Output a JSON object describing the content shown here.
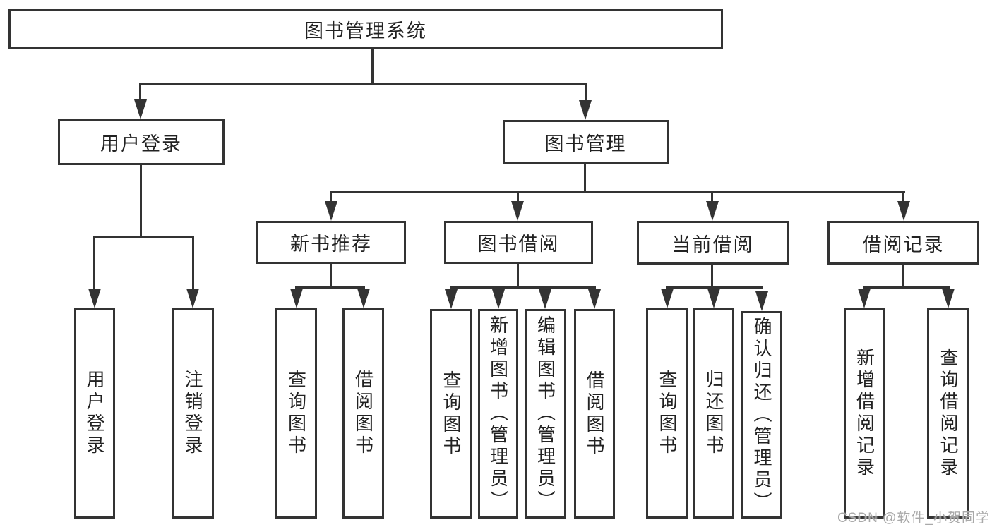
{
  "tree": {
    "root": {
      "label": "图书管理系统",
      "children": [
        {
          "label": "用户登录",
          "children": [
            {
              "label": "用户登录"
            },
            {
              "label": "注销登录"
            }
          ]
        },
        {
          "label": "图书管理",
          "children": [
            {
              "label": "新书推荐",
              "children": [
                {
                  "label": "查询图书"
                },
                {
                  "label": "借阅图书"
                }
              ]
            },
            {
              "label": "图书借阅",
              "children": [
                {
                  "label": "查询图书"
                },
                {
                  "label": "新增图书（管理员）"
                },
                {
                  "label": "编辑图书（管理员）"
                },
                {
                  "label": "借阅图书"
                }
              ]
            },
            {
              "label": "当前借阅",
              "children": [
                {
                  "label": "查询图书"
                },
                {
                  "label": "归还图书"
                },
                {
                  "label": "确认归还（管理员）"
                }
              ]
            },
            {
              "label": "借阅记录",
              "children": [
                {
                  "label": "新增借阅记录"
                },
                {
                  "label": "查询借阅记录"
                }
              ]
            }
          ]
        }
      ]
    }
  },
  "watermark": {
    "text": "CSDN @软件_小贺同学"
  },
  "colors": {
    "line": "#333333",
    "text": "#222222",
    "box_bg": "#ffffff",
    "watermark": "#a9a9a9"
  }
}
